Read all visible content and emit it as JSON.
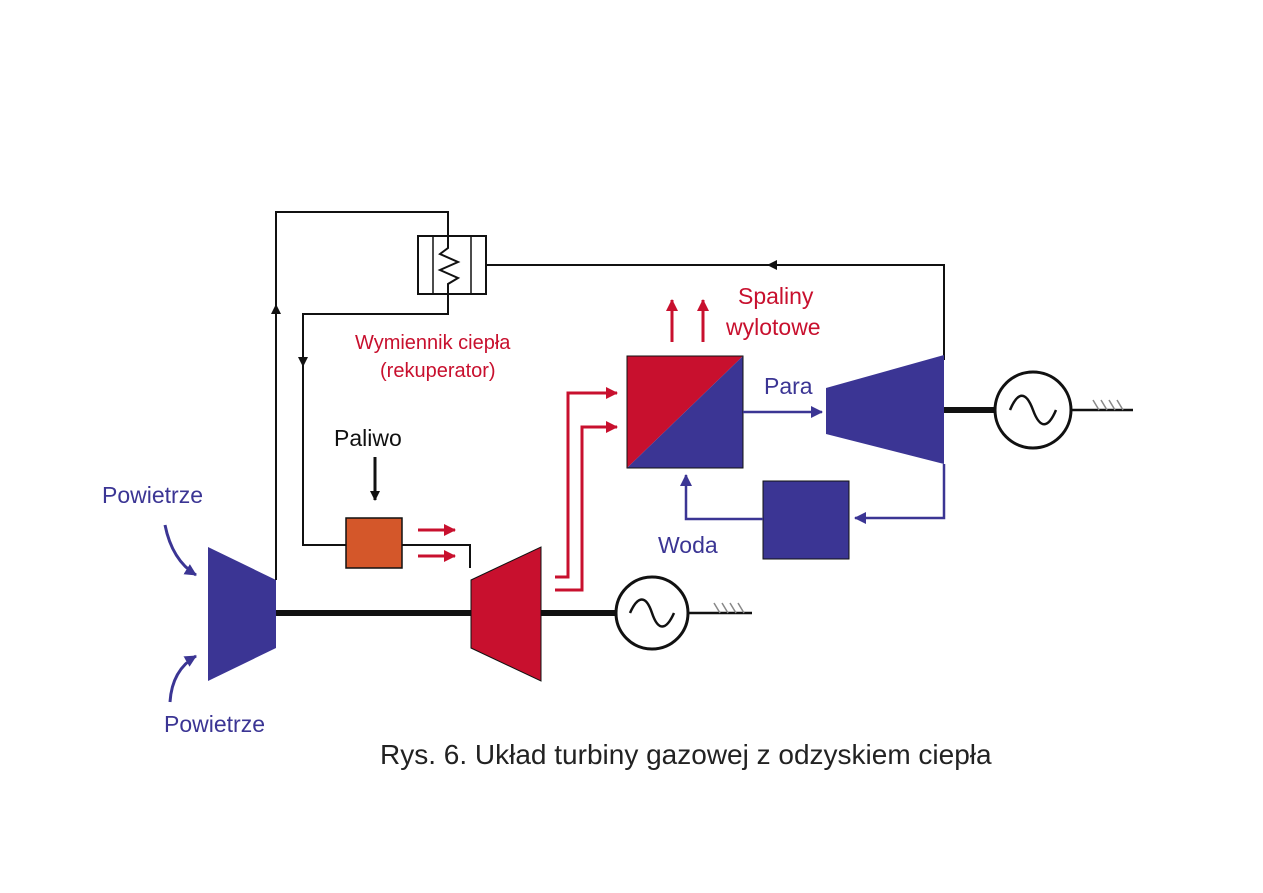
{
  "labels": {
    "air_top": "Powietrze",
    "air_bottom": "Powietrze",
    "heat_exchanger_line1": "Wymiennik ciepła",
    "heat_exchanger_line2": "(rekuperator)",
    "fuel": "Paliwo",
    "exhaust_line1": "Spaliny",
    "exhaust_line2": "wylotowe",
    "steam": "Para",
    "water": "Woda"
  },
  "caption": "Rys. 6. Układ turbiny gazowej z odzyskiem ciepła",
  "colors": {
    "blue": "#3b3594",
    "red": "#c8102e",
    "orange": "#d4572a",
    "black": "#111111"
  }
}
